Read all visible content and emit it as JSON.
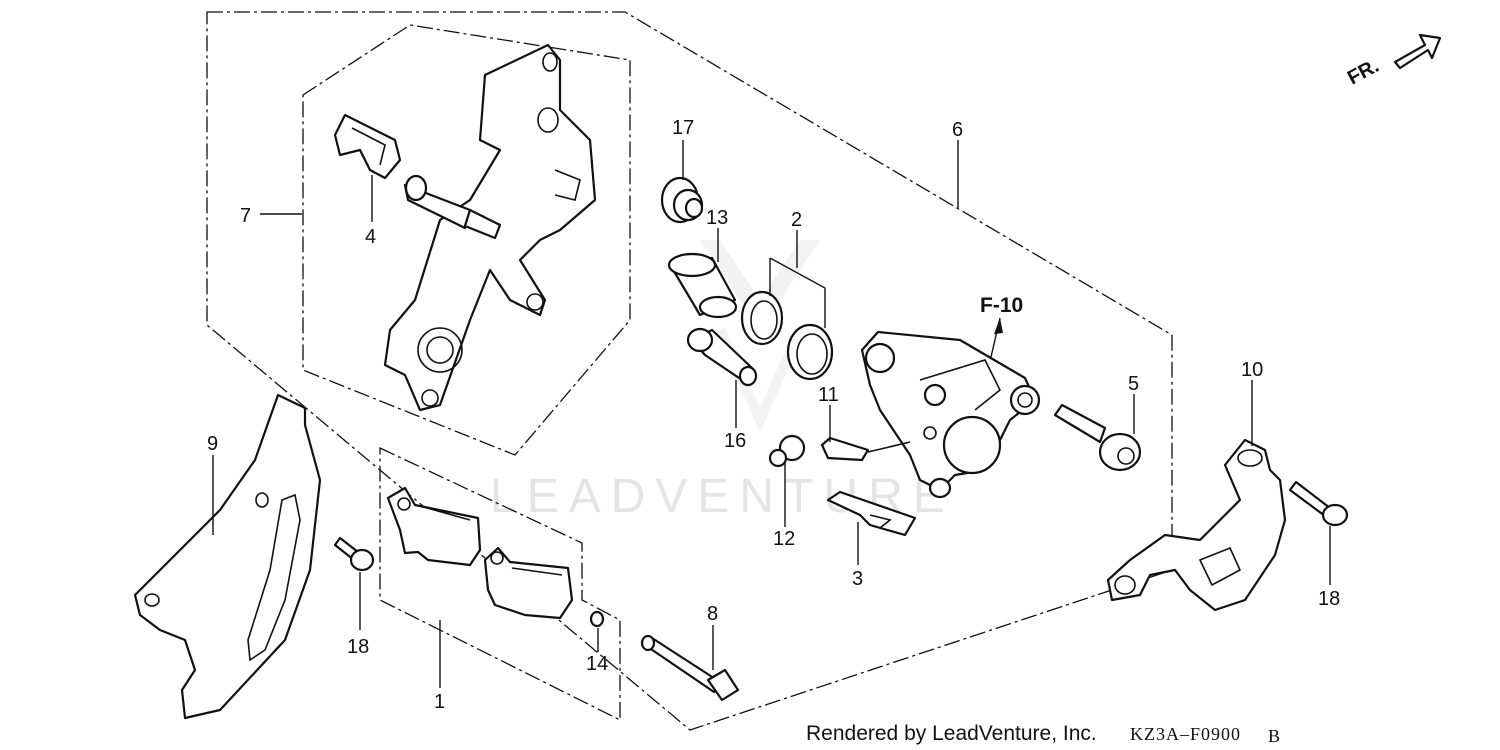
{
  "direction_label": "FR.",
  "section_ref": "F-10",
  "watermark": "LEADVENTURE",
  "footer": {
    "credit": "Rendered by LeadVenture, Inc.",
    "diagram_code": "KZ3A–F0900",
    "revision": "B"
  },
  "callouts": {
    "c1": "1",
    "c2": "2",
    "c3": "3",
    "c4": "4",
    "c5": "5",
    "c6": "6",
    "c7": "7",
    "c8": "8",
    "c9": "9",
    "c10": "10",
    "c11": "11",
    "c12": "12",
    "c13": "13",
    "c14": "14",
    "c16": "16",
    "c17": "17",
    "c18a": "18",
    "c18b": "18"
  }
}
